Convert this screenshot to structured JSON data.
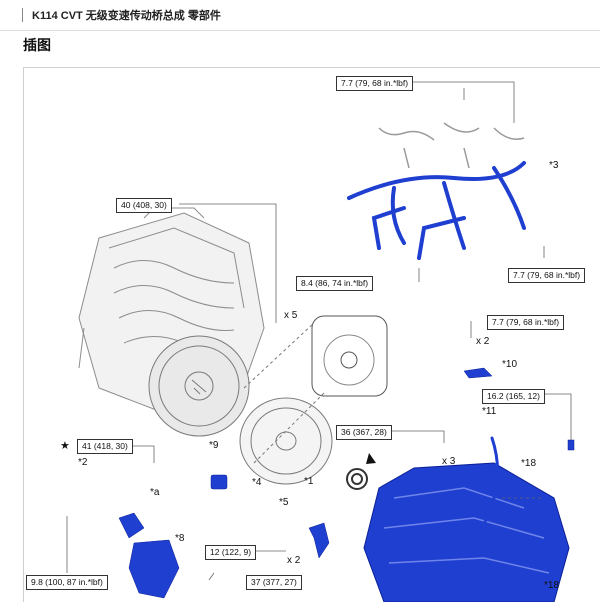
{
  "header": {
    "breadcrumb": "K114 CVT  无级变速传动桥总成  零部件"
  },
  "section": {
    "title": "插图"
  },
  "diagram": {
    "callouts": [
      "7.7 (79, 68 in.*lbf)",
      "40 (408, 30)",
      "8.4 (86, 74 in.*lbf)",
      "7.7 (79, 68 in.*lbf)",
      "7.7 (79, 68 in.*lbf)",
      "16.2 (165, 12)",
      "41 (418, 30)",
      "36 (367, 28)",
      "12 (122, 9)",
      "9.8 (100, 87 in.*lbf)",
      "37 (377, 27)"
    ],
    "labels": {
      "p3": "*3",
      "p10": "*10",
      "p11": "*11",
      "p18a": "*18",
      "p18b": "*18",
      "p1": "*1",
      "p2": "*2",
      "pa": "*a",
      "p4": "*4",
      "p5": "*5",
      "p8": "*8",
      "p9": "*9",
      "x5": "x 5",
      "x2a": "x 2",
      "x3": "x 3",
      "x2b": "x 2"
    },
    "star": "★",
    "colors": {
      "highlight_blue": "#1f3fd0",
      "line_gray": "#666666",
      "drawing_gray": "#9a9a9a"
    }
  }
}
